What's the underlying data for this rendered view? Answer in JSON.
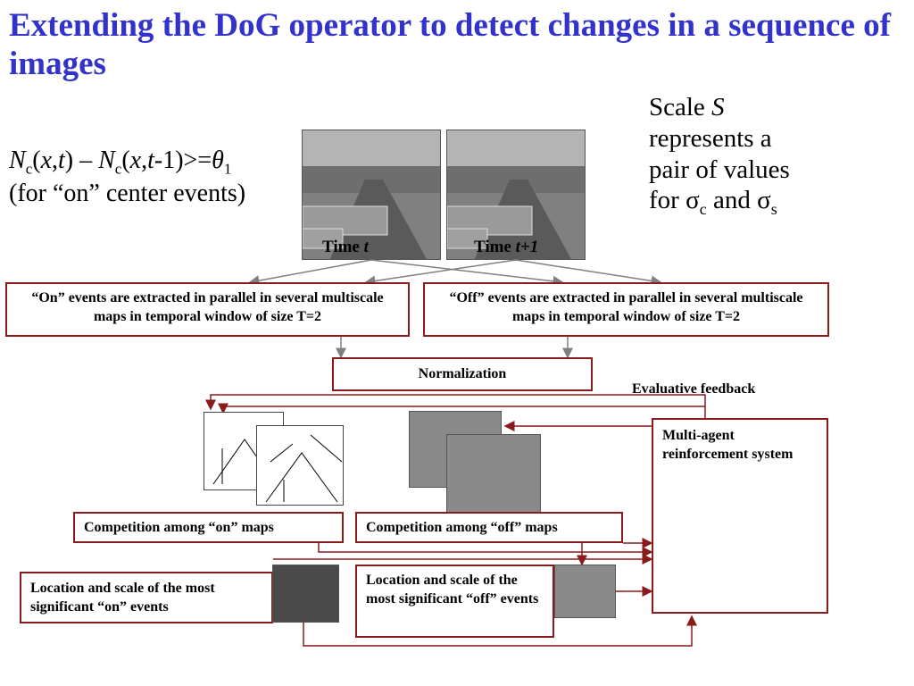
{
  "slide": {
    "title": "Extending the DoG operator to detect changes in a sequence of images",
    "scale_note": {
      "line1_prefix": "Scale ",
      "line1_var": "S",
      "line2": "represents a",
      "line3": "pair of values",
      "line4_prefix": "for ",
      "sigma": "σ",
      "sub_c": "c",
      "and": " and ",
      "sub_s": "s"
    },
    "formula": {
      "N": "N",
      "sub_c": "c",
      "open": "(",
      "x": "x",
      "comma": ",",
      "t": "t",
      "close": ") – ",
      "t_minus": "t",
      "minus1": "-1)>=",
      "theta": "θ",
      "sub_1": "1",
      "line2": "(for “on” center events)"
    },
    "images": {
      "time_t_label": "Time ",
      "time_t_var": "t",
      "time_t1_label": "Time ",
      "time_t1_var": "t+1"
    },
    "boxes": {
      "on_events": "“On” events are extracted in parallel in several multiscale maps in temporal  window of size T=2",
      "off_events": "“Off” events are extracted in parallel in several multiscale maps in temporal  window of size T=2",
      "normalization": "Normalization",
      "evaluative_feedback": "Evaluative feedback",
      "multi_agent": "Multi-agent reinforcement system",
      "competition_on": "Competition among “on” maps",
      "competition_off": "Competition among “off” maps",
      "location_on": "Location and scale of the most significant “on” events",
      "location_off": "Location and scale of the most significant “off” events"
    },
    "colors": {
      "title": "#3333cc",
      "box_border": "#8b1a1a",
      "arrow_gray": "#808080"
    }
  }
}
